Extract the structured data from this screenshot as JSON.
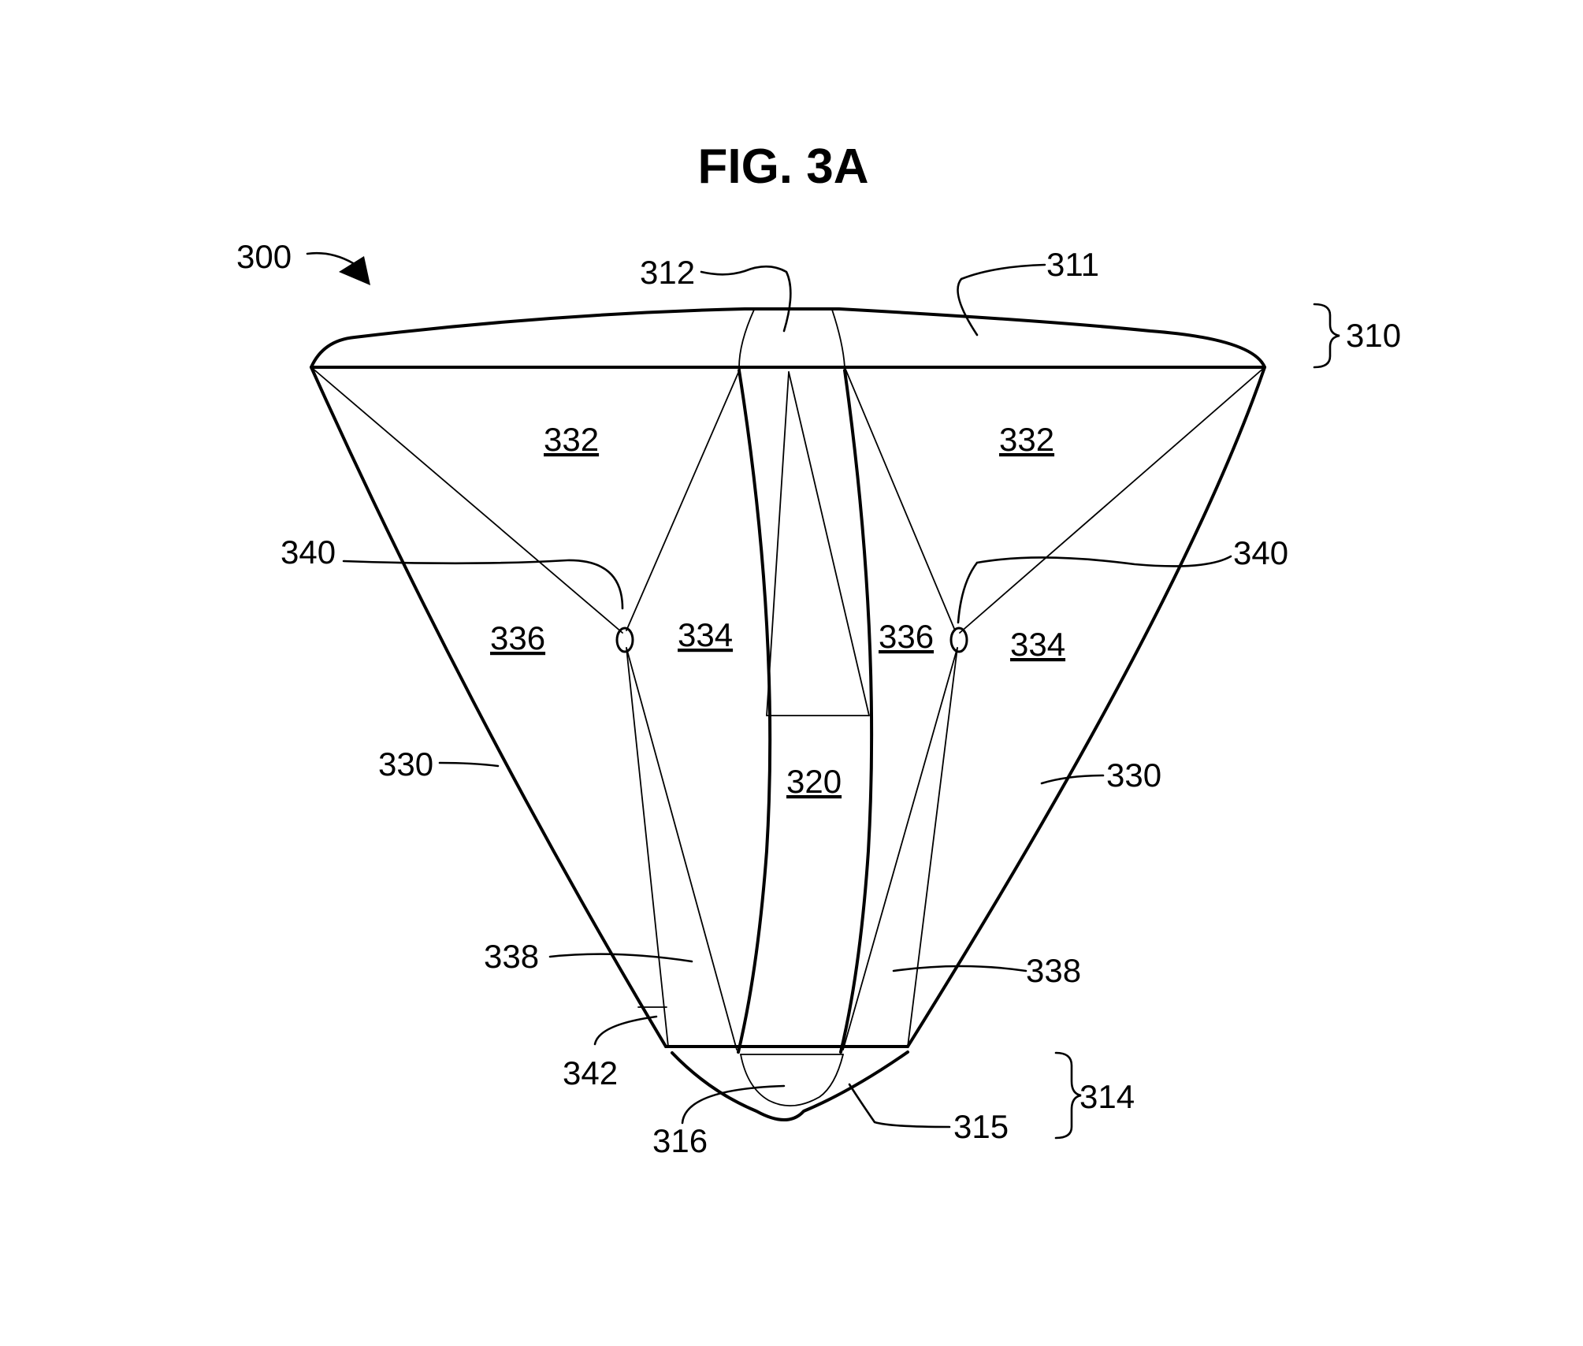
{
  "figure": {
    "title": "FIG. 3A"
  },
  "labels": {
    "ref_300": "300",
    "ref_312": "312",
    "ref_311": "311",
    "ref_310": "310",
    "ref_332_left": "332",
    "ref_332_right": "332",
    "ref_340_left": "340",
    "ref_340_right": "340",
    "ref_336_left": "336",
    "ref_334_left": "334",
    "ref_336_right": "336",
    "ref_334_right": "334",
    "ref_330_left": "330",
    "ref_330_right": "330",
    "ref_320": "320",
    "ref_338_left": "338",
    "ref_338_right": "338",
    "ref_342": "342",
    "ref_314": "314",
    "ref_316": "316",
    "ref_315": "315"
  }
}
